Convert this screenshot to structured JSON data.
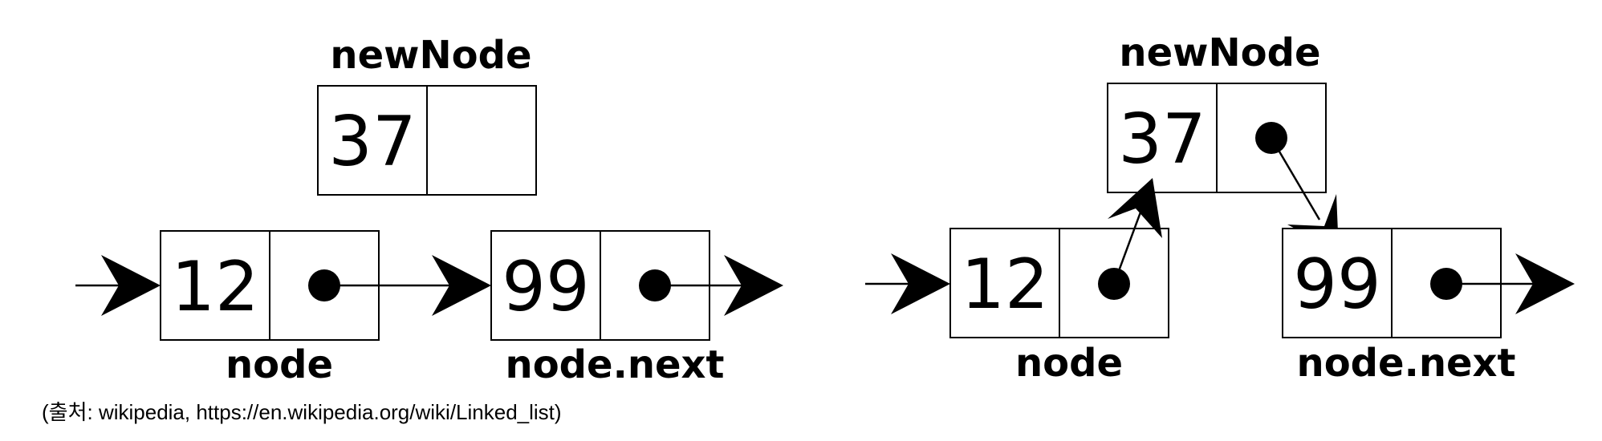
{
  "before": {
    "new_node": {
      "label": "newNode",
      "value": "37",
      "has_pointer": false
    },
    "node": {
      "label": "node",
      "value": "12"
    },
    "next_node": {
      "label": "node.next",
      "value": "99"
    }
  },
  "after": {
    "new_node": {
      "label": "newNode",
      "value": "37",
      "has_pointer": true
    },
    "node": {
      "label": "node",
      "value": "12"
    },
    "next_node": {
      "label": "node.next",
      "value": "99"
    }
  },
  "caption": "(출처: wikipedia, https://en.wikipedia.org/wiki/Linked_list)",
  "colors": {
    "ink": "#000000",
    "background": "#ffffff"
  }
}
